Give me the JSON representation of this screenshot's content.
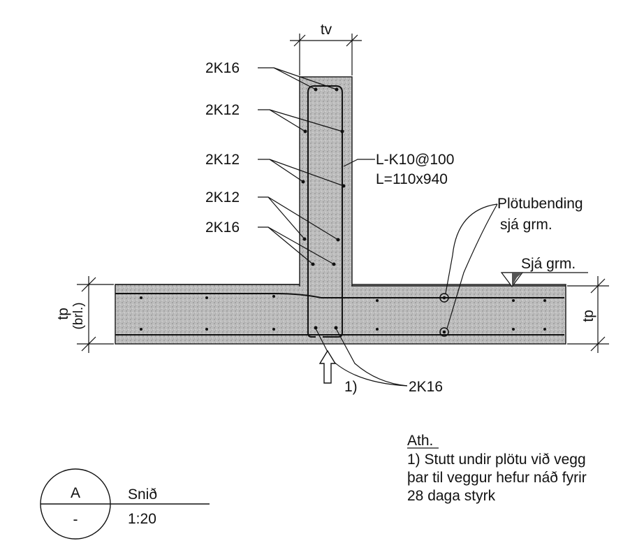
{
  "dimensions": {
    "wall_thickness": "tv",
    "slab_thickness_left": "tp",
    "slab_thickness_left_note": "(brl.)",
    "slab_thickness_right": "tp"
  },
  "rebar_labels": {
    "top": "2K16",
    "upper_mid": "2K12",
    "mid": "2K12",
    "lower_mid": "2K12",
    "lower": "2K16",
    "bottom": "2K16"
  },
  "stirrup": {
    "line1": "L-K10@100",
    "line2": "L=110x940"
  },
  "slab_reinforcement": {
    "line1": "Plötubending",
    "line2": "sjá grm."
  },
  "level_mark": "Sjá grm.",
  "arrow_note": "1)",
  "notes": {
    "heading": "Ath.",
    "line1": "1) Stutt undir plötu við vegg",
    "line2": "þar til veggur hefur náð fyrir",
    "line3": "28 daga styrk"
  },
  "section_marker": {
    "letter": "A",
    "sheet": "-",
    "title": "Snið",
    "scale": "1:20"
  }
}
